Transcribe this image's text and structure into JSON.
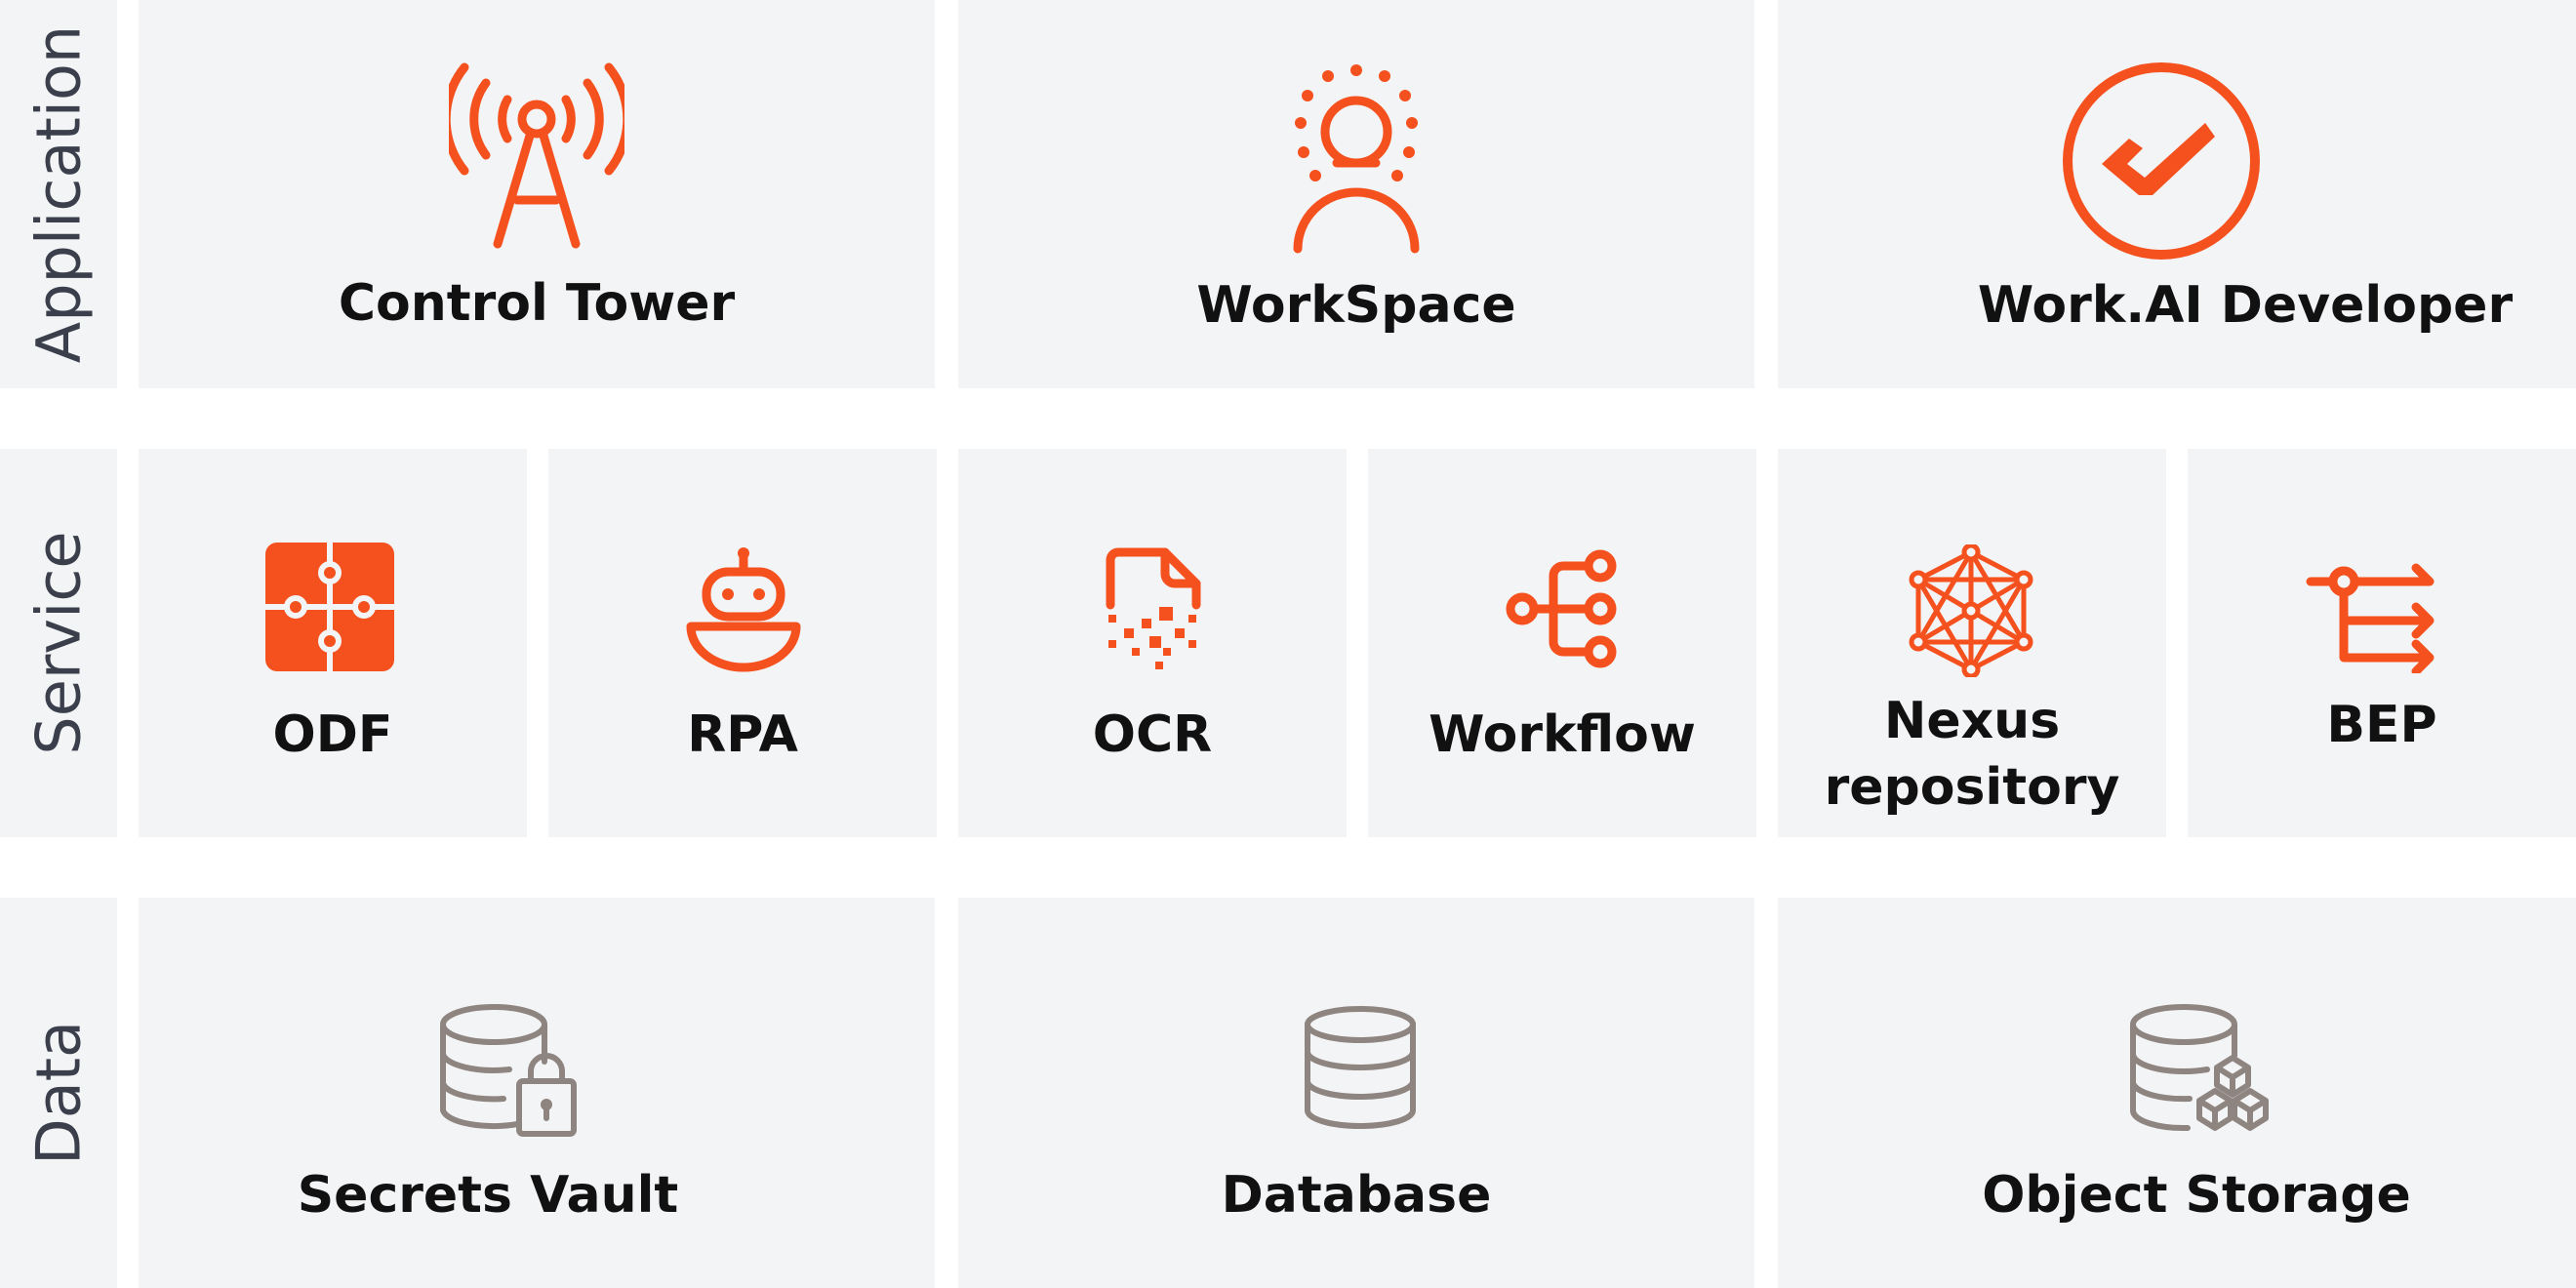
{
  "rows": {
    "application": "Application",
    "service": "Service",
    "data": "Data"
  },
  "application": {
    "control_tower": "Control Tower",
    "workspace": "WorkSpace",
    "work_ai_developer": "Work.AI Developer"
  },
  "service": {
    "odf": "ODF",
    "rpa": "RPA",
    "ocr": "OCR",
    "workflow": "Workflow",
    "nexus_line1": "Nexus",
    "nexus_line2": "repository",
    "bep": "BEP"
  },
  "data": {
    "secrets_vault": "Secrets Vault",
    "database": "Database",
    "object_storage": "Object Storage"
  },
  "colors": {
    "accent": "#f4511e",
    "data_icon": "#8e8480",
    "tile_bg": "#f3f4f6",
    "row_label": "#3a3f4b"
  },
  "icons": {
    "control_tower": "broadcast-tower-icon",
    "workspace": "person-glow-icon",
    "work_ai_developer": "check-circle-icon",
    "odf": "puzzle-icon",
    "rpa": "robot-icon",
    "ocr": "scan-document-icon",
    "workflow": "workflow-tree-icon",
    "nexus": "network-node-icon",
    "bep": "process-arrows-icon",
    "secrets_vault": "database-lock-icon",
    "database": "database-icon",
    "object_storage": "database-cubes-icon"
  }
}
